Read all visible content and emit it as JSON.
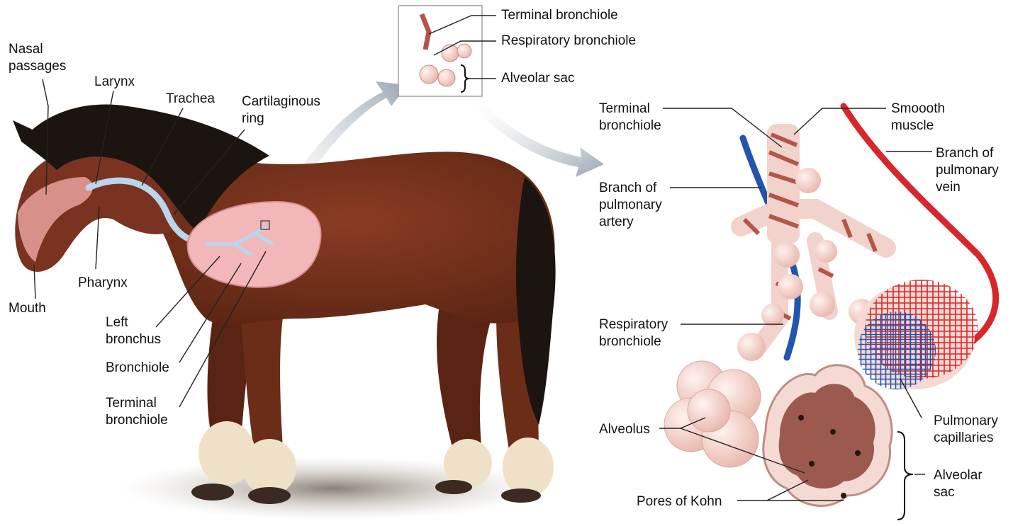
{
  "figure": {
    "labels": {
      "nasal_passages": "Nasal\npassages",
      "larynx": "Larynx",
      "trachea": "Trachea",
      "cartilaginous_ring": "Cartilaginous\nring",
      "pharynx": "Pharynx",
      "mouth": "Mouth",
      "left_bronchus": "Left\nbronchus",
      "bronchiole": "Bronchiole",
      "terminal_bronchiole_horse": "Terminal\nbronchiole",
      "inset_terminal_bronchiole": "Terminal bronchiole",
      "inset_respiratory_bronchiole": "Respiratory bronchiole",
      "inset_alveolar_sac": "Alveolar sac",
      "terminal_bronchiole_detail": "Terminal\nbronchiole",
      "smooth_muscle": "Smoooth\nmuscle",
      "branch_pulmonary_vein": "Branch of\npulmonary\nvein",
      "branch_pulmonary_artery": "Branch of\npulmonary\nartery",
      "respiratory_bronchiole_detail": "Respiratory\nbronchiole",
      "alveolus": "Alveolus",
      "pulmonary_capillaries": "Pulmonary\ncapillaries",
      "alveolar_sac_detail": "Alveolar\nsac",
      "pores_of_kohn": "Pores of Kohn"
    },
    "colors": {
      "horse_body": "#6e2f1a",
      "horse_dark": "#4a1d10",
      "mane": "#1c1410",
      "feathering": "#efe1c7",
      "lung": "#f2b7b9",
      "airway": "#b9d6ec",
      "tissue_pink": "#f3cfc6",
      "muscle_band": "#b5554a",
      "artery_blue": "#2255b0",
      "vein_red": "#d8262a",
      "arrow_gray": "#aab4bf",
      "leader": "#222222"
    }
  }
}
